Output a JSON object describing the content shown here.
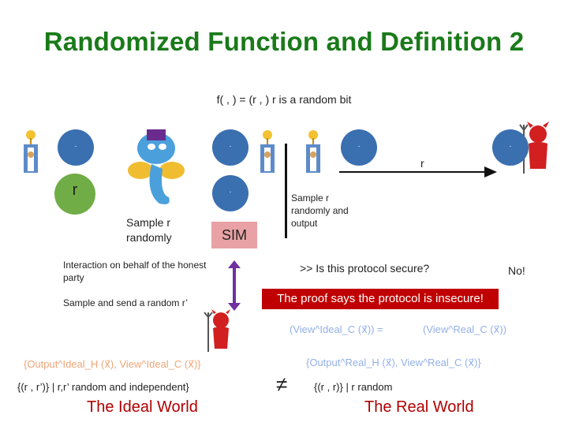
{
  "title": "Randomized Function and Definition 2",
  "function_definition": "f( , ) = (r , )   r is a random bit",
  "ideal": {
    "r_label": "r",
    "sample_randomly": "Sample r\nrandomly",
    "sim_label": "SIM",
    "interaction_text": "Interaction on behalf of the honest party",
    "sample_send": "Sample and send a random r’",
    "output_ideal": "{Output^Ideal_H (x⃗), View^Ideal_C (x⃗)}",
    "distribution": "{(r , r’)} | r,r’ random and independent}",
    "world_label": "The Ideal World"
  },
  "real": {
    "message_label": "r",
    "sample_output": "Sample r\nrandomly and\noutput",
    "question": ">> Is this protocol secure?",
    "answer": "No!",
    "proof_text": "The proof says the protocol is insecure!",
    "view_eq_left": "(View^Ideal_C (x⃗))",
    "view_eq_sign": "=",
    "view_eq_right": "(View^Real_C (x⃗))",
    "output_real": "{Output^Real_H (x⃗), View^Real_C (x⃗)}",
    "distribution": "{(r , r)} | r random",
    "world_label": "The Real World"
  },
  "not_equal_symbol": "≠",
  "circle_label": ".",
  "colors": {
    "title": "#1a7a1a",
    "circle_blue": "#3a6fb0",
    "r_green": "#70ad47",
    "sim_pink": "#e8a2a5",
    "world_red": "#b00000",
    "proof_bg": "#c00000",
    "arrow_purple": "#7030a0"
  },
  "icons": [
    "king-icon",
    "genie-icon",
    "devil-icon"
  ]
}
